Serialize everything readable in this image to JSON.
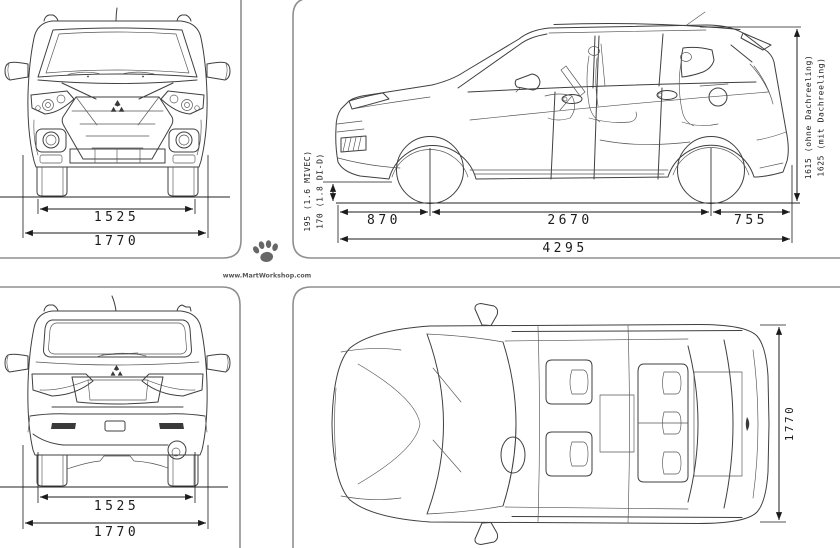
{
  "document": {
    "type": "vehicle dimensions blueprint",
    "views": [
      "front",
      "side",
      "rear",
      "top"
    ]
  },
  "watermark": {
    "url_text": "www.MartWorkshop.com",
    "icon": "paw-icon"
  },
  "front_view": {
    "track_mm": "1525",
    "width_mm": "1770"
  },
  "side_view": {
    "front_overhang_mm": "870",
    "wheelbase_mm": "2670",
    "rear_overhang_mm": "755",
    "length_mm": "4295",
    "clearance_petrol": "195 (1.6 MIVEC)",
    "clearance_diesel": "170 (1.8 DI-D)",
    "height_without_rails": "1615 (ohne Dachreeling)",
    "height_with_rails": "1625 (mit Dachreeling)"
  },
  "rear_view": {
    "track_mm": "1525",
    "width_mm": "1770"
  },
  "top_view": {
    "width_mm": "1770"
  },
  "colors": {
    "line_art": "#3f3f3f",
    "dimension": "#1b1b1b",
    "panel_border": "#8f8f8f",
    "watermark": "#5a5a5a",
    "background": "#ffffff"
  }
}
